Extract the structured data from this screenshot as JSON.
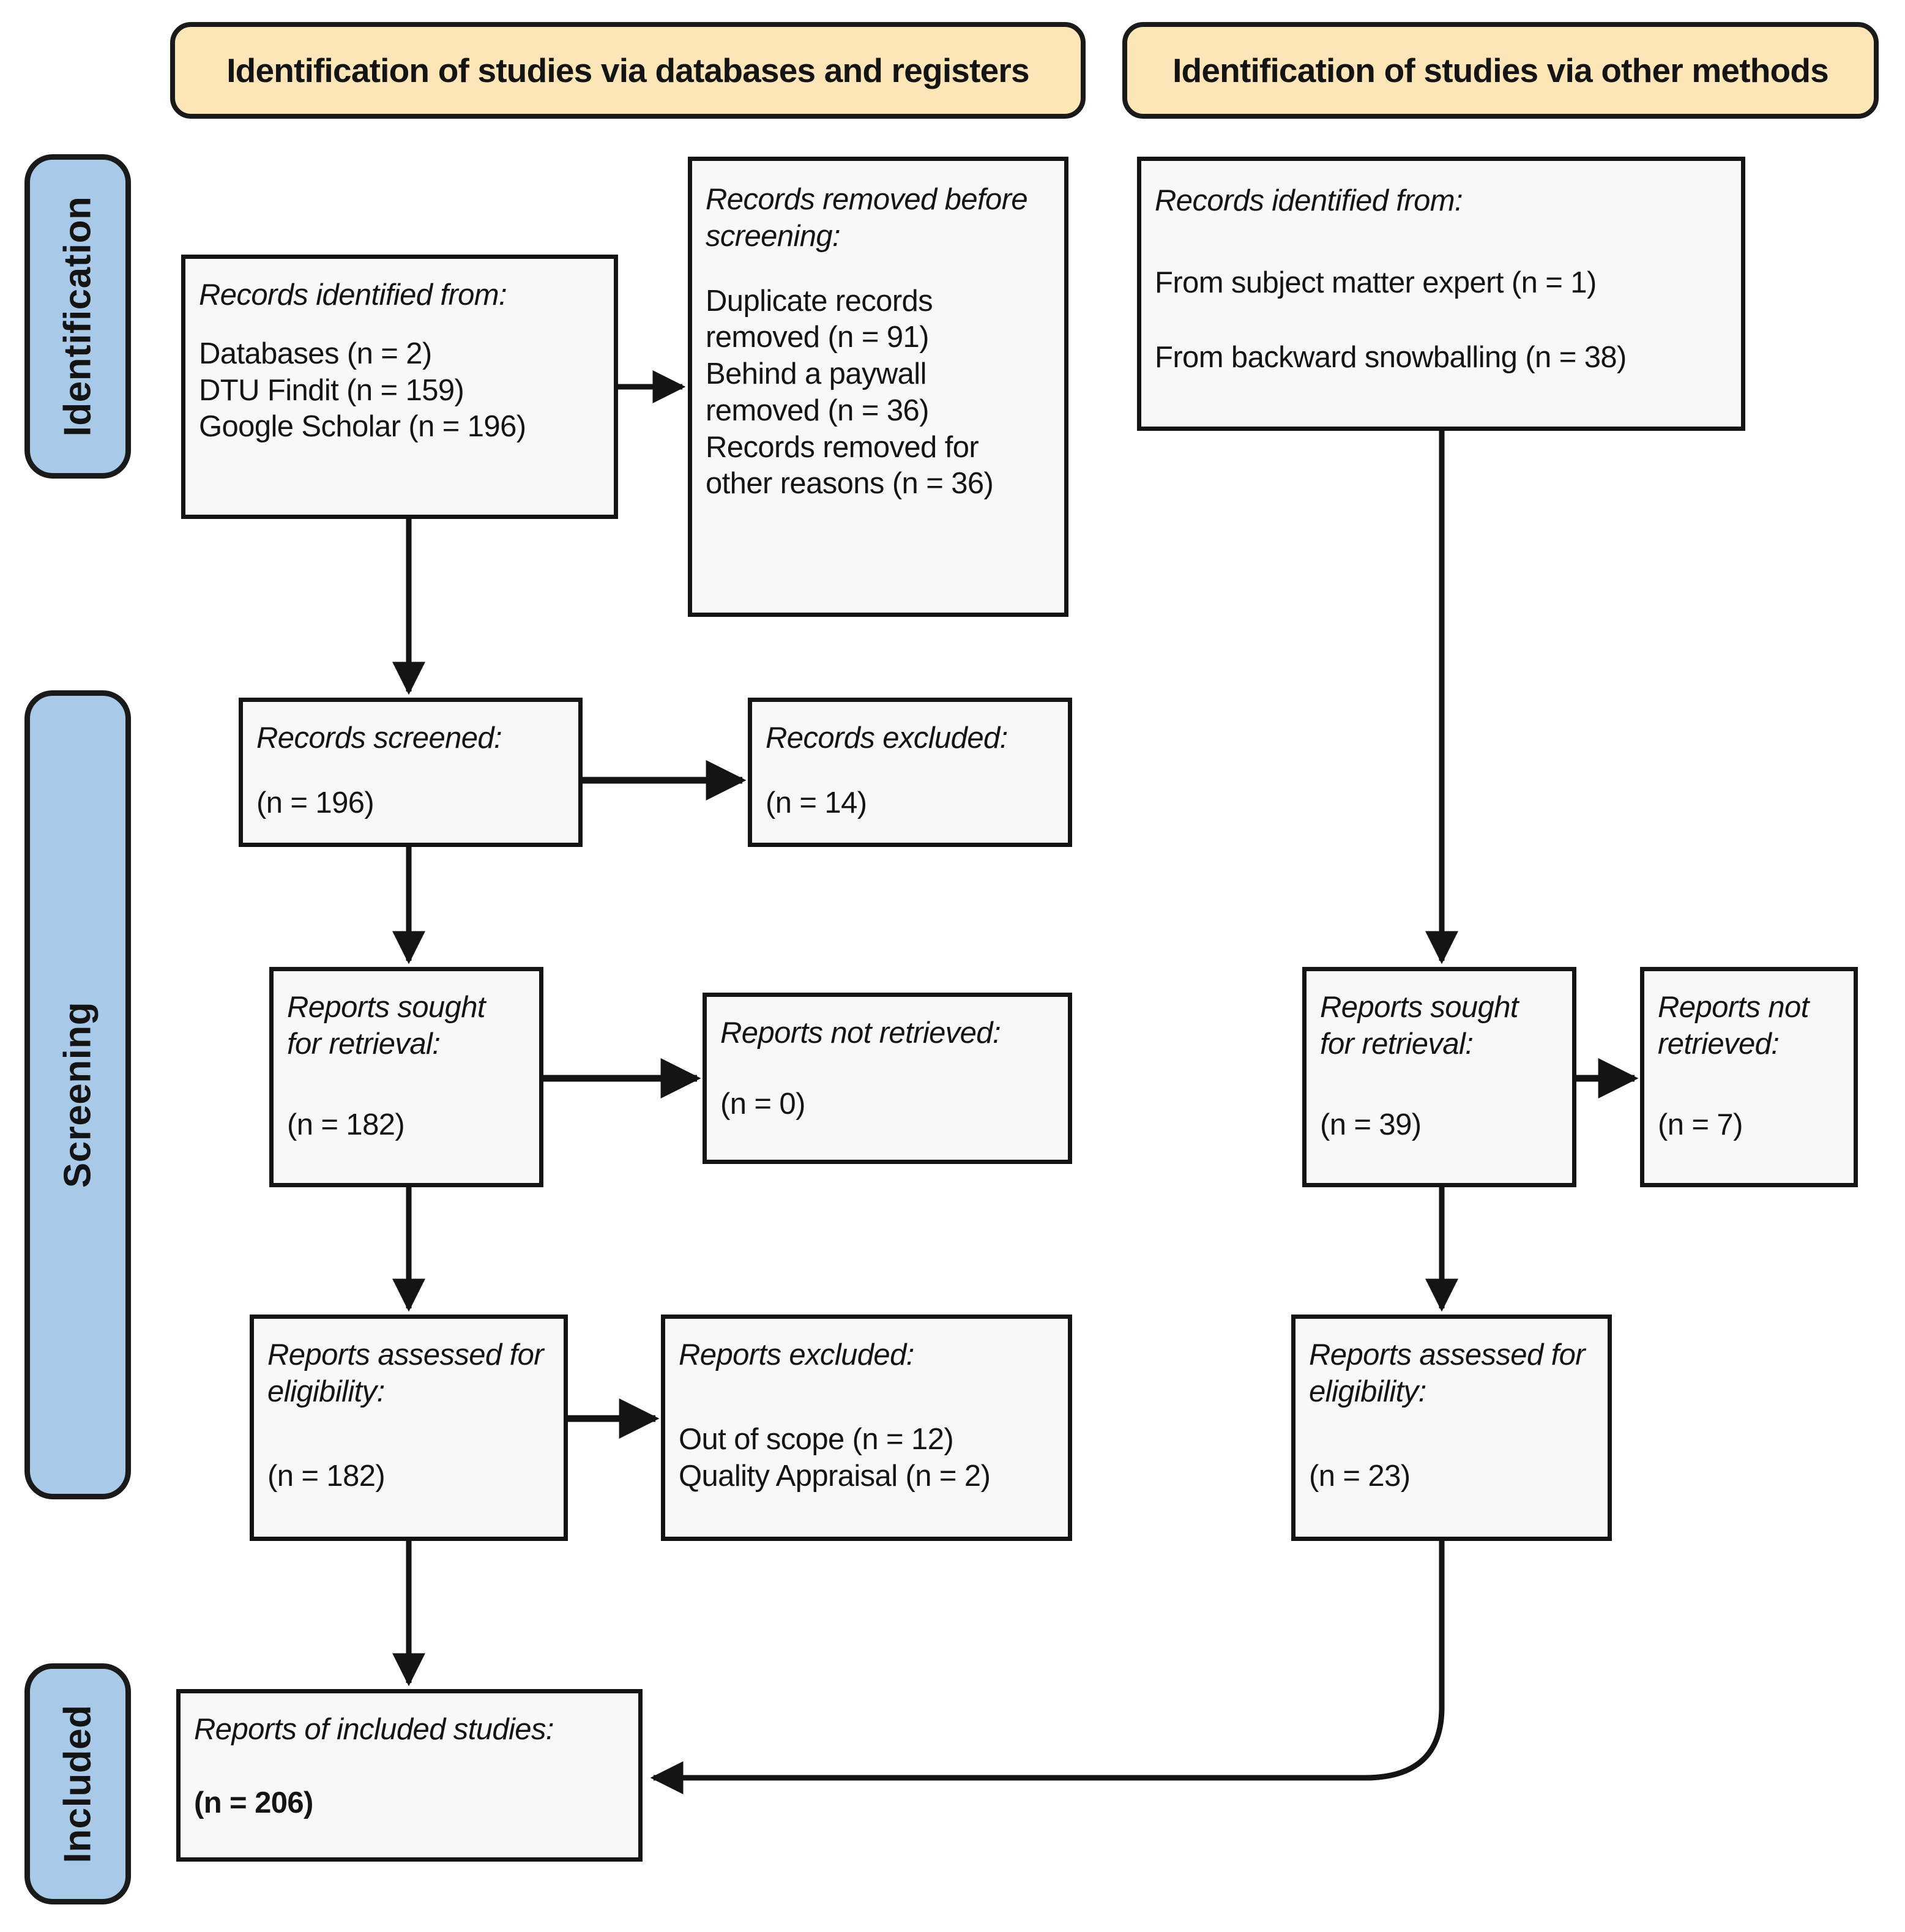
{
  "diagram": {
    "type": "prisma-flow-diagram",
    "headers": [
      {
        "id": "databases-registers",
        "label": "Identification of studies via databases and registers"
      },
      {
        "id": "other-methods",
        "label": "Identification of studies via other methods"
      }
    ],
    "stages": [
      {
        "id": "identification",
        "label": "Identification"
      },
      {
        "id": "screening",
        "label": "Screening"
      },
      {
        "id": "included",
        "label": "Included"
      }
    ],
    "nodes": {
      "records_identified_db": {
        "title": "Records identified from:",
        "lines": [
          "Databases (n = 2)",
          "DTU Findit (n = 159)",
          "Google Scholar (n = 196)"
        ]
      },
      "records_removed_before_screening": {
        "title": "Records removed before screening:",
        "lines": [
          "Duplicate records removed (n = 91)",
          "Behind a paywall removed (n = 36)",
          "Records removed for other reasons (n = 36)"
        ]
      },
      "records_identified_other": {
        "title": "Records identified from:",
        "lines": [
          "From subject matter expert  (n = 1)",
          "From backward snowballing (n = 38)"
        ]
      },
      "records_screened": {
        "title": "Records screened:",
        "lines": [
          "(n = 196)"
        ]
      },
      "records_excluded": {
        "title": "Records excluded:",
        "lines": [
          "(n = 14)"
        ]
      },
      "reports_sought_db": {
        "title": "Reports sought for retrieval:",
        "lines": [
          "(n = 182)"
        ]
      },
      "reports_not_retrieved_db": {
        "title": "Reports not retrieved:",
        "lines": [
          "(n = 0)"
        ]
      },
      "reports_sought_other": {
        "title": "Reports sought for retrieval:",
        "lines": [
          "(n = 39)"
        ]
      },
      "reports_not_retrieved_other": {
        "title": "Reports not retrieved:",
        "lines": [
          "(n = 7)"
        ]
      },
      "reports_assessed_db": {
        "title": "Reports assessed for eligibility:",
        "lines": [
          "(n = 182)"
        ]
      },
      "reports_excluded": {
        "title": "Reports excluded:",
        "lines": [
          "Out of scope (n = 12)",
          "Quality Appraisal (n = 2)"
        ]
      },
      "reports_assessed_other": {
        "title": "Reports assessed for eligibility:",
        "lines": [
          "(n = 23)"
        ]
      },
      "reports_included": {
        "title": "Reports of included studies:",
        "lines": [
          "(n = 206)"
        ]
      }
    },
    "colors": {
      "header_fill": "#FCE6B8",
      "stage_fill": "#A9C9E8",
      "node_fill": "#F6F8FA",
      "stroke": "#141414",
      "page_background": "#FFFFFF"
    }
  }
}
